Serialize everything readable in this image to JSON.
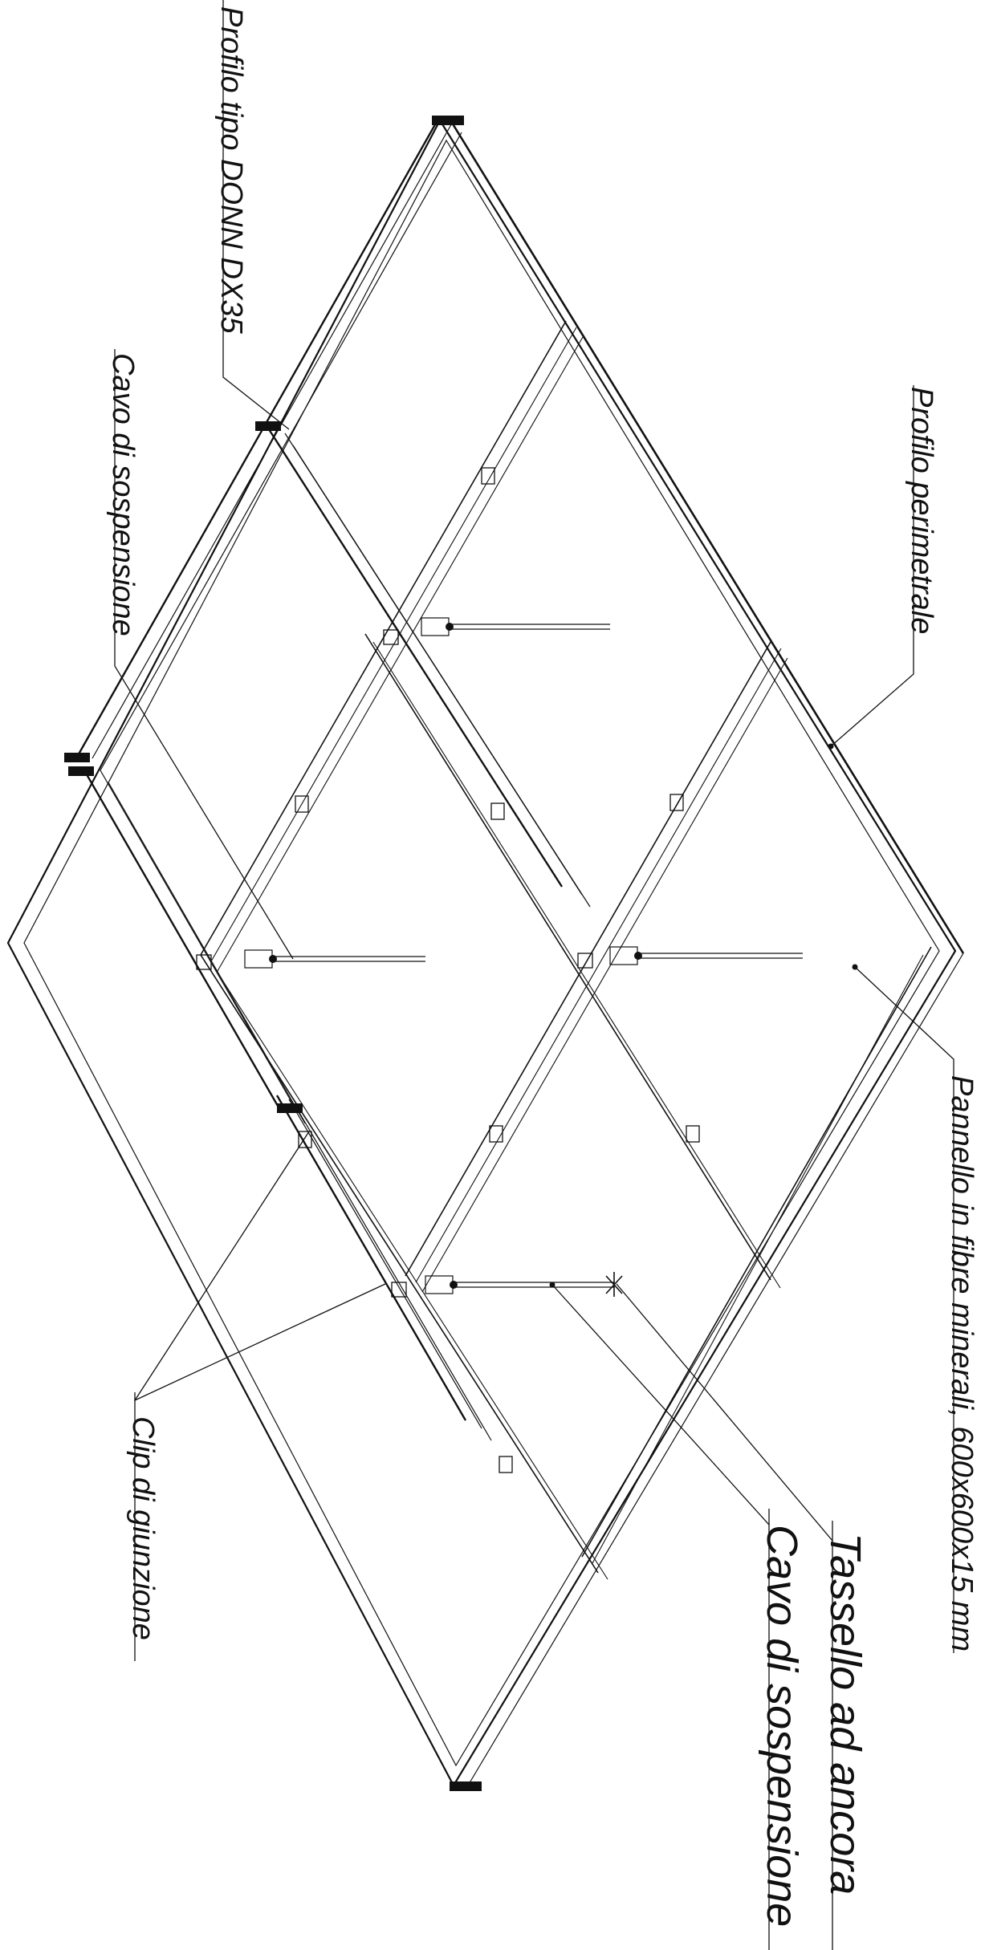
{
  "labels": {
    "profilo_dx35": "Profilo tipo DONN DX35",
    "cavo_top": "Cavo di sospensione",
    "profilo_perimetrale": "Profilo perimetrale",
    "pannello": "Pannello in fibre minerali, 600x600x15 mm",
    "clip": "Clip di giunzione",
    "tassello": "Tassello ad ancora",
    "cavo_bottom": "Cavo di sospensione"
  },
  "colors": {
    "ink": "#111111",
    "paper": "#ffffff"
  }
}
